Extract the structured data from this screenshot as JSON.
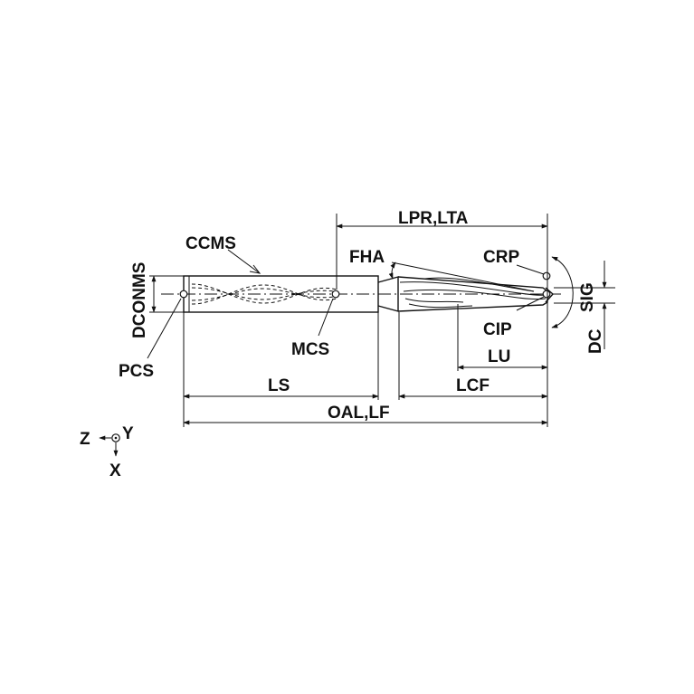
{
  "labels": {
    "lpr_lta": "LPR,LTA",
    "ccms": "CCMS",
    "fha": "FHA",
    "crp": "CRP",
    "sig": "SIG",
    "dconms": "DCONMS",
    "cip": "CIP",
    "dc": "DC",
    "mcs": "MCS",
    "lu": "LU",
    "pcs": "PCS",
    "ls": "LS",
    "lcf": "LCF",
    "oal_lf": "OAL,LF"
  },
  "axes": {
    "z": "Z",
    "y": "Y",
    "x": "X"
  }
}
